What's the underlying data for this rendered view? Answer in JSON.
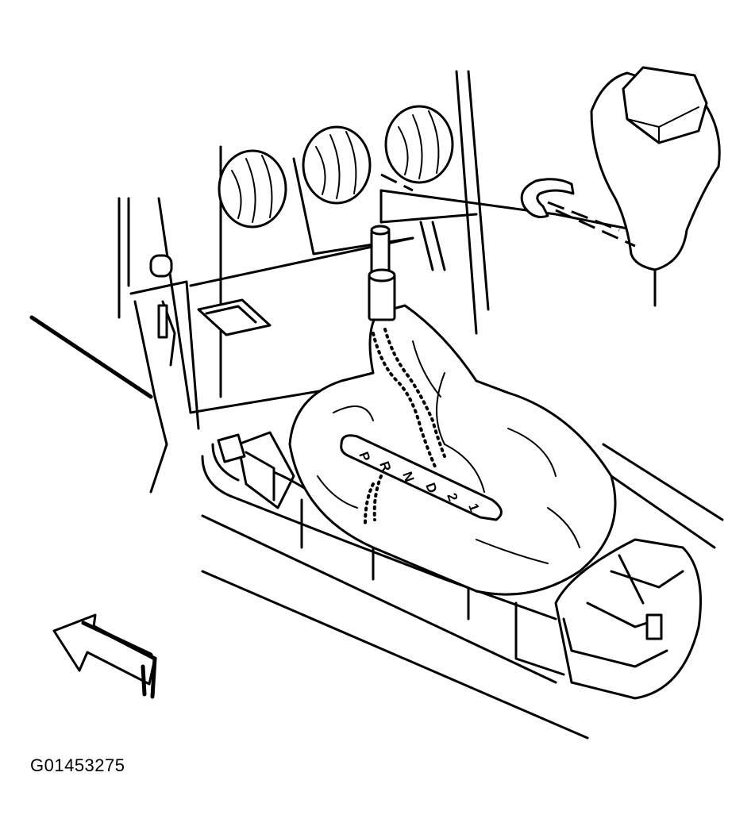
{
  "figure": {
    "id_label": "G01453275"
  },
  "selector_indicator": {
    "positions": [
      "P",
      "R",
      "N",
      "D",
      "2",
      "1"
    ]
  },
  "icons": {
    "direction_arrow": "front-direction-arrow-icon",
    "shift_knob": "shift-knob-icon",
    "retainer_clip": "retainer-clip-icon"
  }
}
